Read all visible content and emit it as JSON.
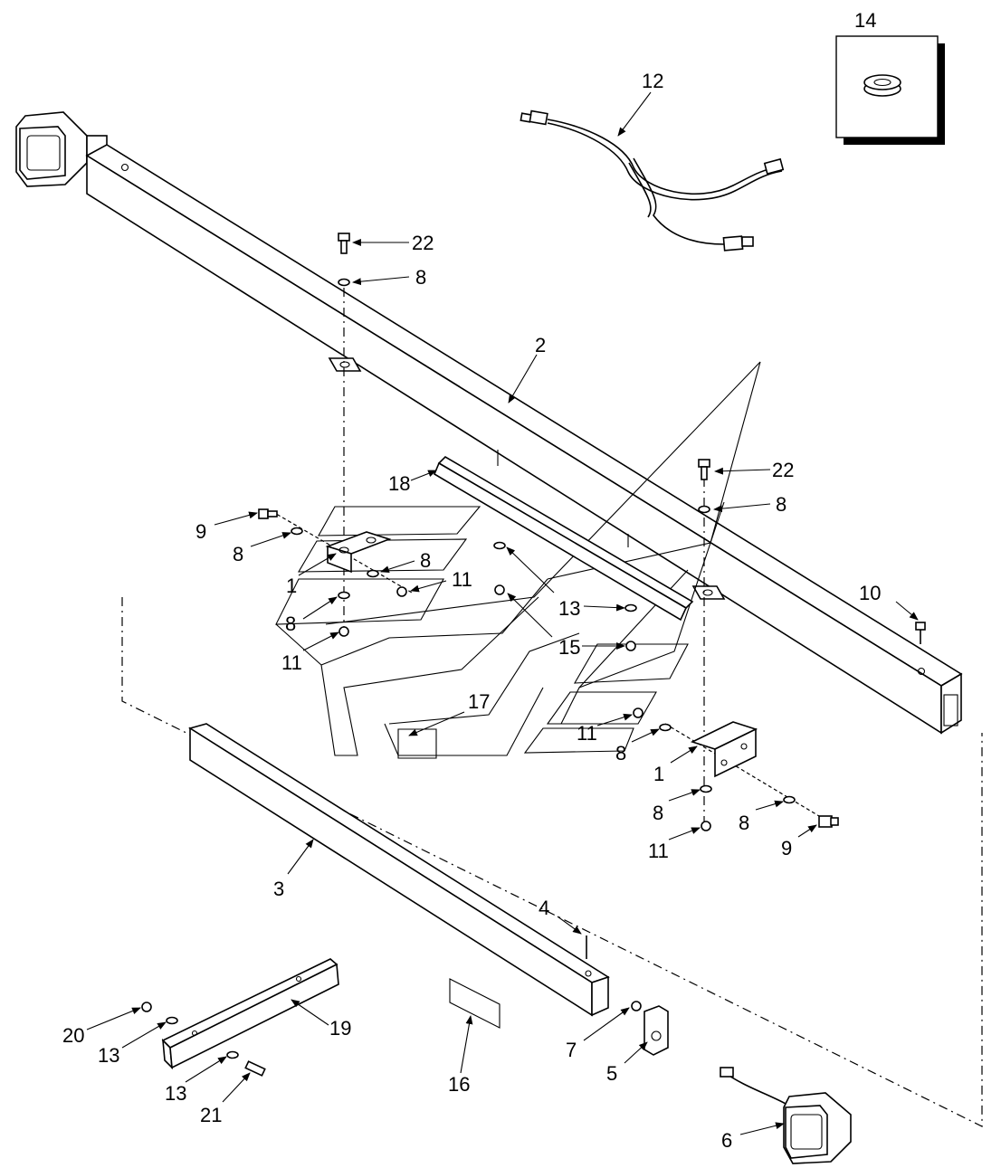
{
  "callouts": [
    "14",
    "12",
    "22",
    "8",
    "2",
    "22",
    "18",
    "8",
    "9",
    "8",
    "8",
    "1",
    "11",
    "8",
    "13",
    "11",
    "15",
    "10",
    "17",
    "11",
    "8",
    "1",
    "8",
    "8",
    "11",
    "9",
    "3",
    "4",
    "19",
    "20",
    "13",
    "16",
    "7",
    "5",
    "13",
    "21",
    "6"
  ]
}
